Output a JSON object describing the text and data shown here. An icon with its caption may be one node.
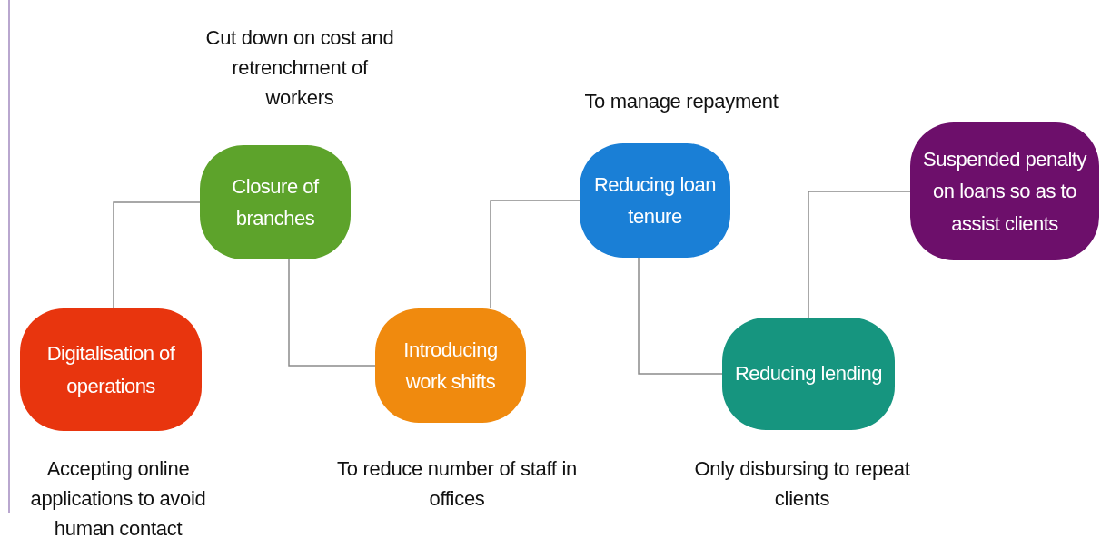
{
  "diagram": {
    "nodes": [
      {
        "text": [
          "Digitalisation of operations"
        ],
        "beside": [
          "Accepting online applications to avoid human contact"
        ]
      },
      {
        "text": [
          "Closure of branches"
        ],
        "beside": [
          "Cut down on cost and retrenchment of workers"
        ]
      },
      {
        "text": [
          "Introducing work shifts"
        ],
        "beside": [
          "To reduce number of staff in offices"
        ]
      },
      {
        "text": [
          "Reducing loan tenure"
        ],
        "beside": [
          "To manage repayment"
        ]
      },
      {
        "text": [
          "Reducing lending"
        ],
        "beside": [
          "Only disbursing to repeat clients"
        ]
      },
      {
        "text": [
          "Suspended penalty on loans so as to assist clients"
        ]
      }
    ],
    "edges": [
      {
        "from": 0,
        "to": 1,
        "arrow": "none"
      },
      {
        "from": 1,
        "to": 2,
        "arrow": "none"
      },
      {
        "from": 2,
        "to": 3,
        "arrow": "none"
      },
      {
        "from": 3,
        "to": 4,
        "arrow": "none"
      },
      {
        "from": 4,
        "to": 5,
        "arrow": "none"
      }
    ]
  }
}
